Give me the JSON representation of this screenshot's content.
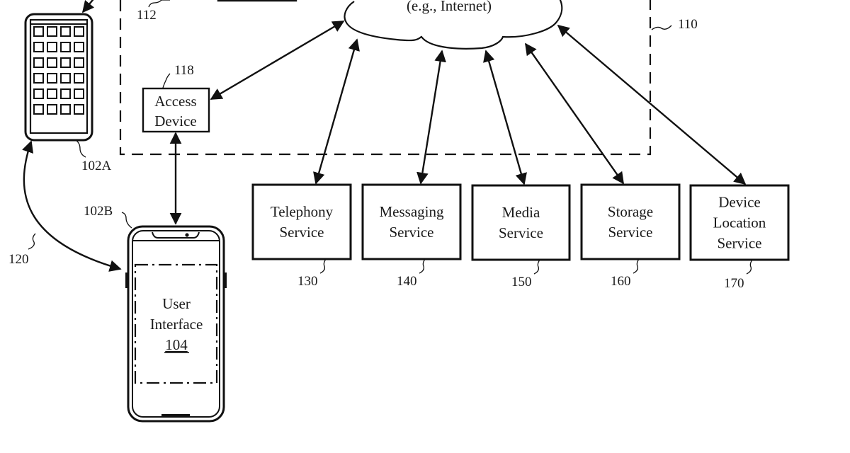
{
  "diagram": {
    "network": {
      "label_partial": "(e.g., Internet)",
      "environment_ref": "110",
      "top_box_ref": "112"
    },
    "access_device": {
      "label_line1": "Access",
      "label_line2": "Device",
      "ref": "118"
    },
    "devices": {
      "tablet_ref": "102A",
      "phone_ref": "102B",
      "link_ref": "120",
      "user_interface": {
        "line1": "User",
        "line2": "Interface",
        "ref": "104"
      }
    },
    "services": [
      {
        "lines": [
          "Telephony",
          "Service"
        ],
        "ref": "130"
      },
      {
        "lines": [
          "Messaging",
          "Service"
        ],
        "ref": "140"
      },
      {
        "lines": [
          "Media",
          "Service"
        ],
        "ref": "150"
      },
      {
        "lines": [
          "Storage",
          "Service"
        ],
        "ref": "160"
      },
      {
        "lines": [
          "Device",
          "Location",
          "Service"
        ],
        "ref": "170"
      }
    ]
  }
}
